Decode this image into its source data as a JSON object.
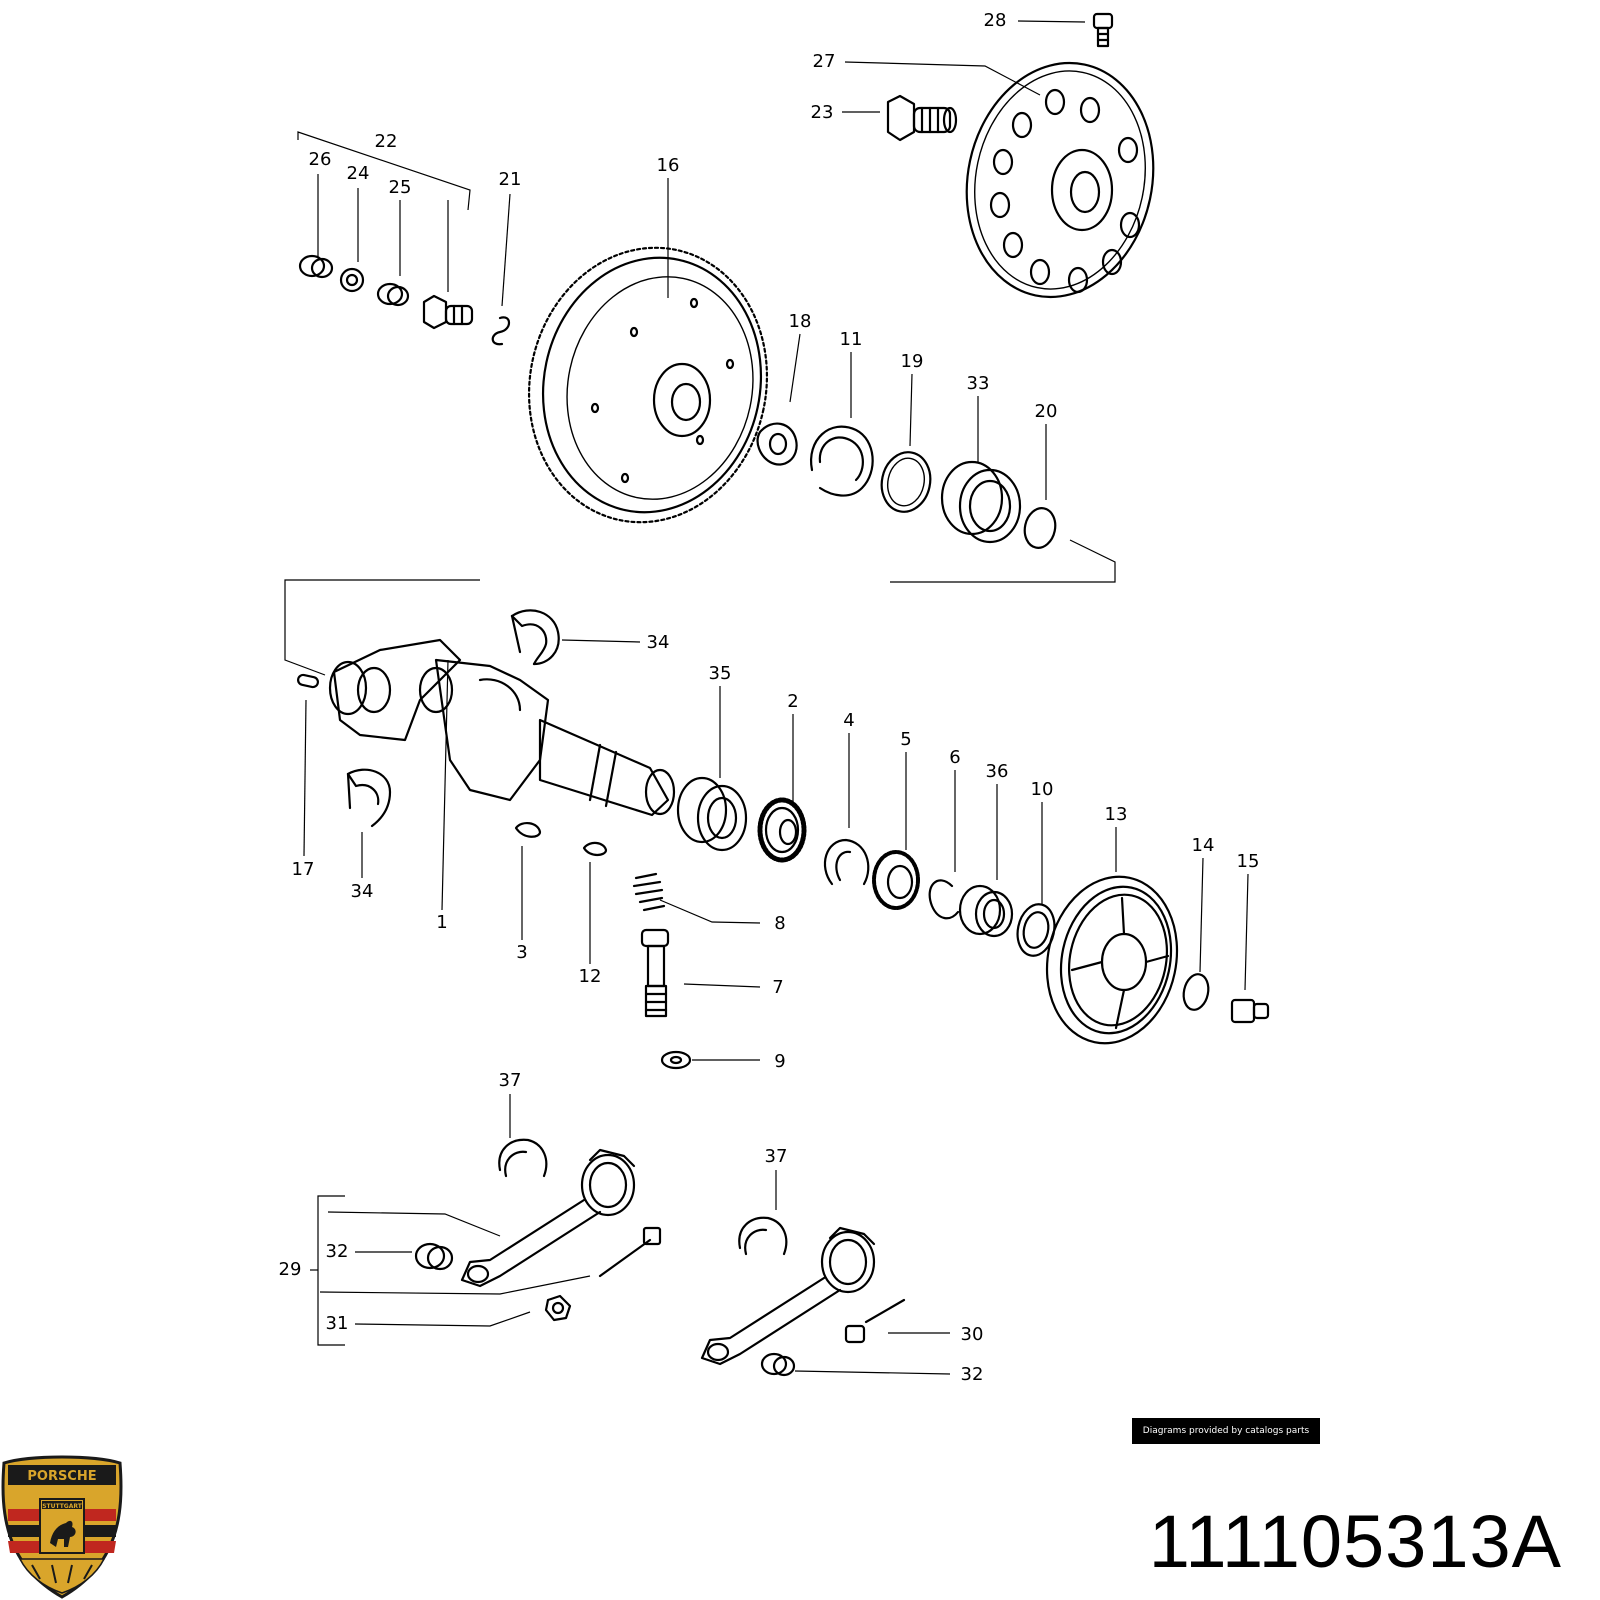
{
  "credit": "Diagrams provided by catalogs parts",
  "part_number": "111105313A",
  "brand": {
    "name": "PORSCHE",
    "city": "STUTTGART"
  },
  "callouts": [
    "1",
    "2",
    "3",
    "4",
    "5",
    "6",
    "7",
    "8",
    "9",
    "10",
    "11",
    "12",
    "13",
    "14",
    "15",
    "16",
    "17",
    "18",
    "19",
    "20",
    "21",
    "22",
    "23",
    "24",
    "25",
    "26",
    "27",
    "28",
    "29",
    "30",
    "31",
    "32",
    "33",
    "34",
    "35",
    "36",
    "37"
  ],
  "colors": {
    "line": "#000000",
    "background": "#ffffff",
    "crest_gold": "#d9a52b",
    "crest_red": "#c0271f",
    "crest_black": "#1a1a1a"
  }
}
